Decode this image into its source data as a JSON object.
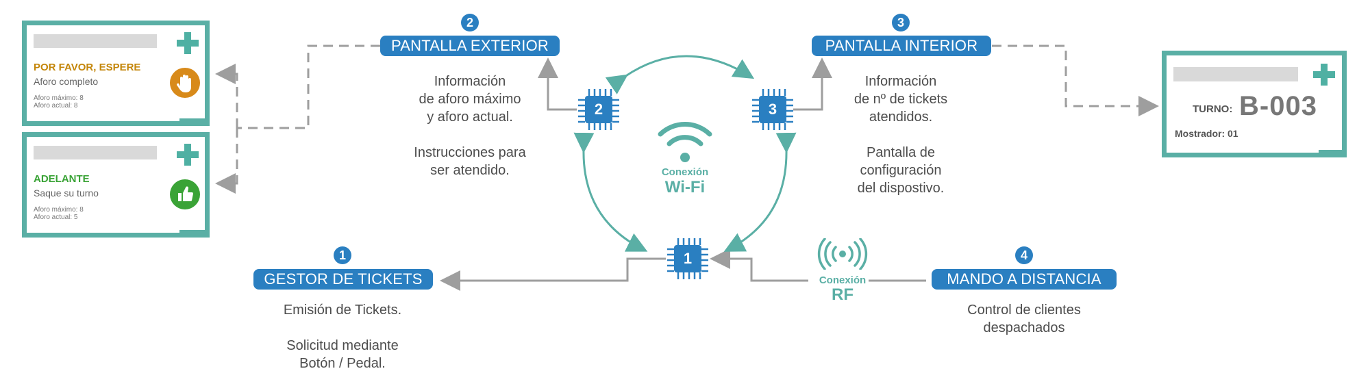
{
  "colors": {
    "blue": "#2a7fc1",
    "teal": "#5aafa5",
    "gray_line": "#9e9e9e",
    "orange": "#c4860a",
    "green": "#3aa336"
  },
  "nodes": {
    "n1": {
      "number": "1",
      "title": "GESTOR DE TICKETS",
      "desc": "Emisión de Tickets.\n\nSolicitud mediante\nBotón / Pedal."
    },
    "n2": {
      "number": "2",
      "title": "PANTALLA EXTERIOR",
      "desc": "Información\nde aforo máximo\ny aforo actual.\n\nInstrucciones para\nser atendido."
    },
    "n3": {
      "number": "3",
      "title": "PANTALLA INTERIOR",
      "desc": "Información\nde nº de tickets\natendidos.\n\nPantalla de\nconfiguración\ndel dispostivo."
    },
    "n4": {
      "number": "4",
      "title": "MANDO A DISTANCIA",
      "desc": "Control de clientes\ndespachados"
    }
  },
  "chips": {
    "c1": "1",
    "c2": "2",
    "c3": "3"
  },
  "wifi": {
    "line1": "Conexión",
    "line2": "Wi-Fi",
    "icon": "wifi-icon"
  },
  "rf": {
    "line1": "Conexión",
    "line2": "RF",
    "icon": "rf-signal-icon"
  },
  "screen_wait": {
    "status": "POR FAVOR, ESPERE",
    "message": "Aforo completo",
    "max": "Aforo máximo: 8",
    "current": "Aforo actual: 8",
    "icon": "stop-hand-icon"
  },
  "screen_go": {
    "status": "ADELANTE",
    "message": "Saque su turno",
    "max": "Aforo máximo: 8",
    "current": "Aforo actual: 5",
    "icon": "thumbs-up-icon"
  },
  "screen_turn": {
    "turn_label": "TURNO:",
    "turn_value": "B-003",
    "counter": "Mostrador: 01"
  }
}
